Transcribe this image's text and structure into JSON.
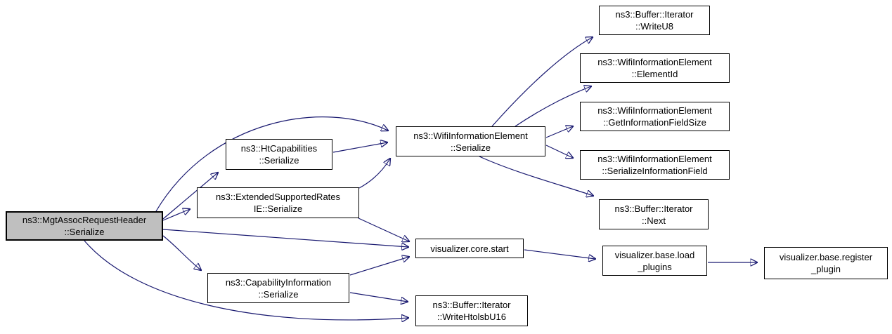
{
  "diagram": {
    "kind": "call-graph",
    "colors": {
      "background": "#ffffff",
      "edge": "#191970",
      "node_border": "#000000",
      "node_fill": "#ffffff",
      "highlighted_node_fill": "#bfbfbf",
      "text": "#000000"
    },
    "nodes": {
      "mgt": {
        "label": "ns3::MgtAssocRequestHeader::Serialize",
        "lines": [
          "ns3::MgtAssocRequestHeader",
          "::Serialize"
        ],
        "highlighted": true
      },
      "ht": {
        "label": "ns3::HtCapabilities::Serialize",
        "lines": [
          "ns3::HtCapabilities",
          "::Serialize"
        ],
        "highlighted": false
      },
      "esr": {
        "label": "ns3::ExtendedSupportedRatesIE::Serialize",
        "lines": [
          "ns3::ExtendedSupportedRates",
          "IE::Serialize"
        ],
        "highlighted": false
      },
      "cap": {
        "label": "ns3::CapabilityInformation::Serialize",
        "lines": [
          "ns3::CapabilityInformation",
          "::Serialize"
        ],
        "highlighted": false
      },
      "wie": {
        "label": "ns3::WifiInformationElement::Serialize",
        "lines": [
          "ns3::WifiInformationElement",
          "::Serialize"
        ],
        "highlighted": false
      },
      "start": {
        "label": "visualizer.core.start",
        "lines": [
          "visualizer.core.start"
        ],
        "highlighted": false
      },
      "wu8": {
        "label": "ns3::Buffer::Iterator::WriteU8",
        "lines": [
          "ns3::Buffer::Iterator",
          "::WriteU8"
        ],
        "highlighted": false
      },
      "eid": {
        "label": "ns3::WifiInformationElement::ElementId",
        "lines": [
          "ns3::WifiInformationElement",
          "::ElementId"
        ],
        "highlighted": false
      },
      "gifs": {
        "label": "ns3::WifiInformationElement::GetInformationFieldSize",
        "lines": [
          "ns3::WifiInformationElement",
          "::GetInformationFieldSize"
        ],
        "highlighted": false
      },
      "sif": {
        "label": "ns3::WifiInformationElement::SerializeInformationField",
        "lines": [
          "ns3::WifiInformationElement",
          "::SerializeInformationField"
        ],
        "highlighted": false
      },
      "next": {
        "label": "ns3::Buffer::Iterator::Next",
        "lines": [
          "ns3::Buffer::Iterator",
          "::Next"
        ],
        "highlighted": false
      },
      "load": {
        "label": "visualizer.base.load_plugins",
        "lines": [
          "visualizer.base.load",
          "_plugins"
        ],
        "highlighted": false
      },
      "reg": {
        "label": "visualizer.base.register_plugin",
        "lines": [
          "visualizer.base.register",
          "_plugin"
        ],
        "highlighted": false
      },
      "whtol": {
        "label": "ns3::Buffer::Iterator::WriteHtolsbU16",
        "lines": [
          "ns3::Buffer::Iterator",
          "::WriteHtolsbU16"
        ],
        "highlighted": false
      }
    },
    "edges": [
      {
        "from": "mgt",
        "to": "wie"
      },
      {
        "from": "mgt",
        "to": "ht"
      },
      {
        "from": "mgt",
        "to": "esr"
      },
      {
        "from": "mgt",
        "to": "start"
      },
      {
        "from": "mgt",
        "to": "cap"
      },
      {
        "from": "mgt",
        "to": "whtol"
      },
      {
        "from": "ht",
        "to": "wie"
      },
      {
        "from": "esr",
        "to": "wie"
      },
      {
        "from": "esr",
        "to": "start"
      },
      {
        "from": "cap",
        "to": "start"
      },
      {
        "from": "cap",
        "to": "whtol"
      },
      {
        "from": "wie",
        "to": "wu8"
      },
      {
        "from": "wie",
        "to": "eid"
      },
      {
        "from": "wie",
        "to": "gifs"
      },
      {
        "from": "wie",
        "to": "sif"
      },
      {
        "from": "wie",
        "to": "next"
      },
      {
        "from": "start",
        "to": "load"
      },
      {
        "from": "load",
        "to": "reg"
      }
    ]
  }
}
